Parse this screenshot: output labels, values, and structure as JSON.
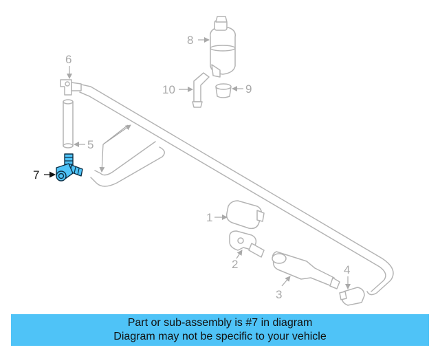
{
  "diagram": {
    "highlight_color": "#4fc3f7",
    "highlighted_part": "7",
    "callouts": [
      "1",
      "2",
      "3",
      "4",
      "5",
      "6",
      "7",
      "8",
      "9",
      "10"
    ]
  },
  "banner": {
    "line1": "Part or sub-assembly is #7 in diagram",
    "line2": "Diagram may not be specific to your vehicle",
    "background": "#4fc3f7"
  }
}
